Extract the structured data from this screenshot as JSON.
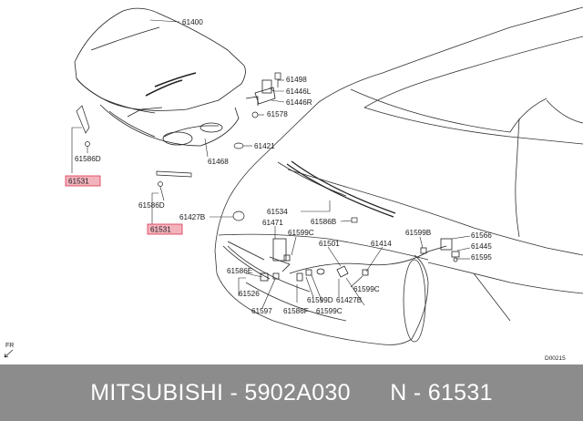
{
  "colors": {
    "highlight_fill": "#f3b3bd",
    "highlight_stroke": "#d9364f",
    "bar_bg": "#8c8c8c",
    "bar_text": "#ffffff",
    "line": "#222222"
  },
  "callouts": {
    "p61400": "61400",
    "p61498": "61498",
    "p61446l": "61446L",
    "p61446r": "61446R",
    "p61578": "61578",
    "p61421": "61421",
    "p61468": "61468",
    "p61586d_a": "61586D",
    "p61531_a": "61531",
    "p61586d_b": "61586D",
    "p61531_b": "61531",
    "p61427b_a": "61427B",
    "p61534": "61534",
    "p61586b": "61586B",
    "p61471": "61471",
    "p61599c_a": "61599C",
    "p61501": "61501",
    "p61414": "61414",
    "p61599b": "61599B",
    "p61566": "61566",
    "p61445": "61445",
    "p61595": "61595",
    "p61586e": "61586E",
    "p61526": "61526",
    "p61597": "61597",
    "p61586f": "61586F",
    "p61599d": "61599D",
    "p61599c_b": "61599C",
    "p61427b_b": "61427B",
    "p61599c_c": "61599C"
  },
  "front_mark": "FR",
  "diagram_ref": "D00215",
  "footer": {
    "text": "MITSUBISHI - 5902A030      N - 61531"
  }
}
